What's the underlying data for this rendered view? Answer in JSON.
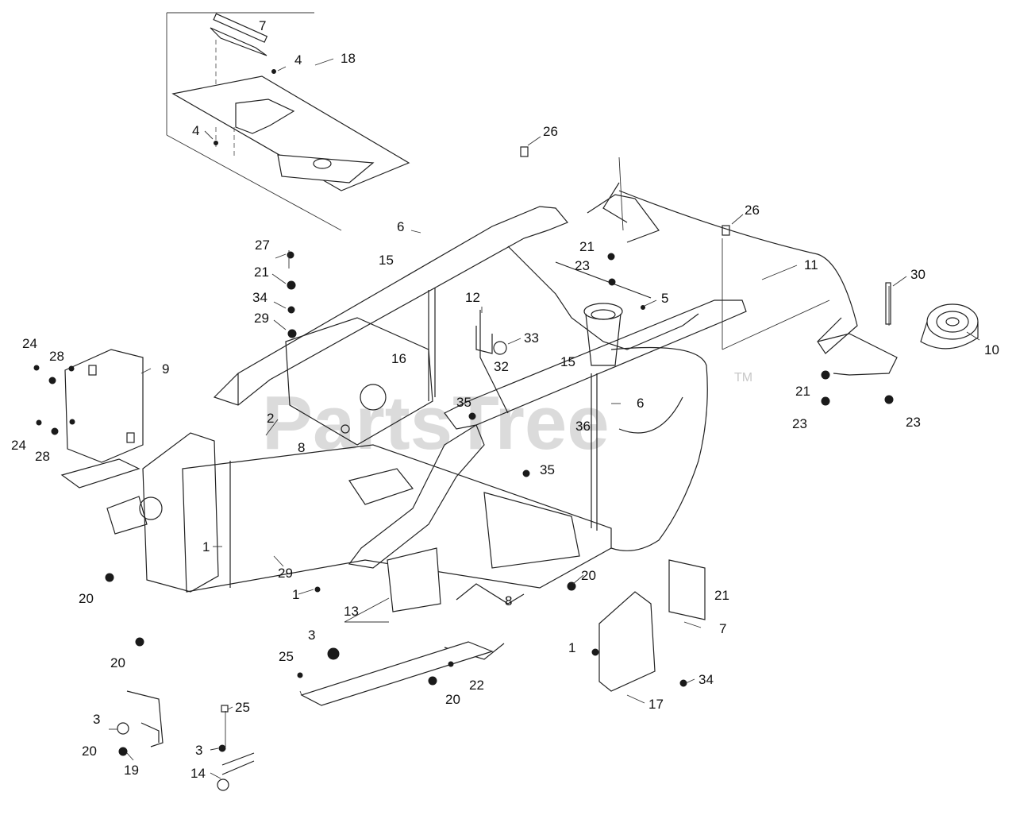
{
  "watermark": {
    "text": "PartsTree",
    "trademark": "TM"
  },
  "callouts": [
    {
      "n": "7"
    },
    {
      "n": "4"
    },
    {
      "n": "18"
    },
    {
      "n": "4"
    },
    {
      "n": "26"
    },
    {
      "n": "26"
    },
    {
      "n": "6"
    },
    {
      "n": "21"
    },
    {
      "n": "23"
    },
    {
      "n": "11"
    },
    {
      "n": "30"
    },
    {
      "n": "27"
    },
    {
      "n": "15"
    },
    {
      "n": "21"
    },
    {
      "n": "12"
    },
    {
      "n": "34"
    },
    {
      "n": "5"
    },
    {
      "n": "29"
    },
    {
      "n": "33"
    },
    {
      "n": "10"
    },
    {
      "n": "24"
    },
    {
      "n": "28"
    },
    {
      "n": "9"
    },
    {
      "n": "32"
    },
    {
      "n": "15"
    },
    {
      "n": "16"
    },
    {
      "n": "21"
    },
    {
      "n": "23"
    },
    {
      "n": "23"
    },
    {
      "n": "35"
    },
    {
      "n": "36"
    },
    {
      "n": "6"
    },
    {
      "n": "2"
    },
    {
      "n": "24"
    },
    {
      "n": "28"
    },
    {
      "n": "8"
    },
    {
      "n": "35"
    },
    {
      "n": "1"
    },
    {
      "n": "29"
    },
    {
      "n": "20"
    },
    {
      "n": "1"
    },
    {
      "n": "20"
    },
    {
      "n": "13"
    },
    {
      "n": "21"
    },
    {
      "n": "8"
    },
    {
      "n": "7"
    },
    {
      "n": "20"
    },
    {
      "n": "3"
    },
    {
      "n": "25"
    },
    {
      "n": "1"
    },
    {
      "n": "22"
    },
    {
      "n": "34"
    },
    {
      "n": "20"
    },
    {
      "n": "17"
    },
    {
      "n": "25"
    },
    {
      "n": "3"
    },
    {
      "n": "20"
    },
    {
      "n": "19"
    },
    {
      "n": "3"
    },
    {
      "n": "14"
    }
  ]
}
